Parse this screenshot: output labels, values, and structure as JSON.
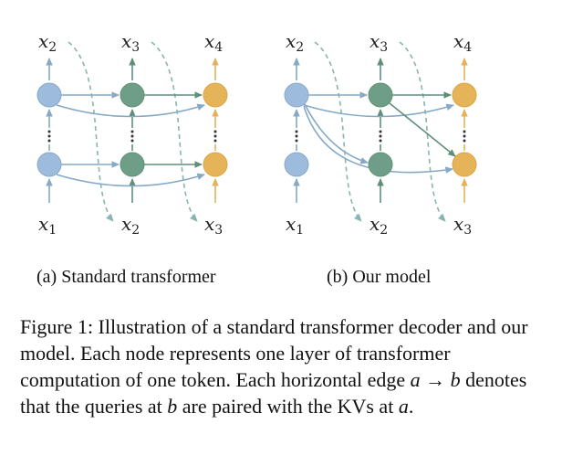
{
  "colors": {
    "blue_node": "#9dbbdd",
    "green_node": "#6e9e87",
    "yellow_node": "#e5b458",
    "blue_edge": "#86a9c6",
    "green_edge": "#5f8f78",
    "yellow_edge": "#e3b25a",
    "dashed": "#86b6ad"
  },
  "diagram_a": {
    "top_tokens": [
      {
        "v": "x",
        "s": "2"
      },
      {
        "v": "x",
        "s": "3"
      },
      {
        "v": "x",
        "s": "4"
      }
    ],
    "bottom_tokens": [
      {
        "v": "x",
        "s": "1"
      },
      {
        "v": "x",
        "s": "2"
      },
      {
        "v": "x",
        "s": "3"
      }
    ],
    "subcaption": "(a) Standard transformer"
  },
  "diagram_b": {
    "top_tokens": [
      {
        "v": "x",
        "s": "2"
      },
      {
        "v": "x",
        "s": "3"
      },
      {
        "v": "x",
        "s": "4"
      }
    ],
    "bottom_tokens": [
      {
        "v": "x",
        "s": "1"
      },
      {
        "v": "x",
        "s": "2"
      },
      {
        "v": "x",
        "s": "3"
      }
    ],
    "subcaption": "(b) Our model"
  },
  "caption": {
    "part1": "Figure 1: Illustration of a standard transformer decoder and our model. Each node represents one layer of transformer computation of one token. Each horizontal edge ",
    "math_a": "a",
    "arrow": " → ",
    "math_b": "b",
    "part2": " denotes that the queries at ",
    "math_b2": "b",
    "part3": " are paired with the KVs at ",
    "math_a2": "a",
    "part4": "."
  }
}
